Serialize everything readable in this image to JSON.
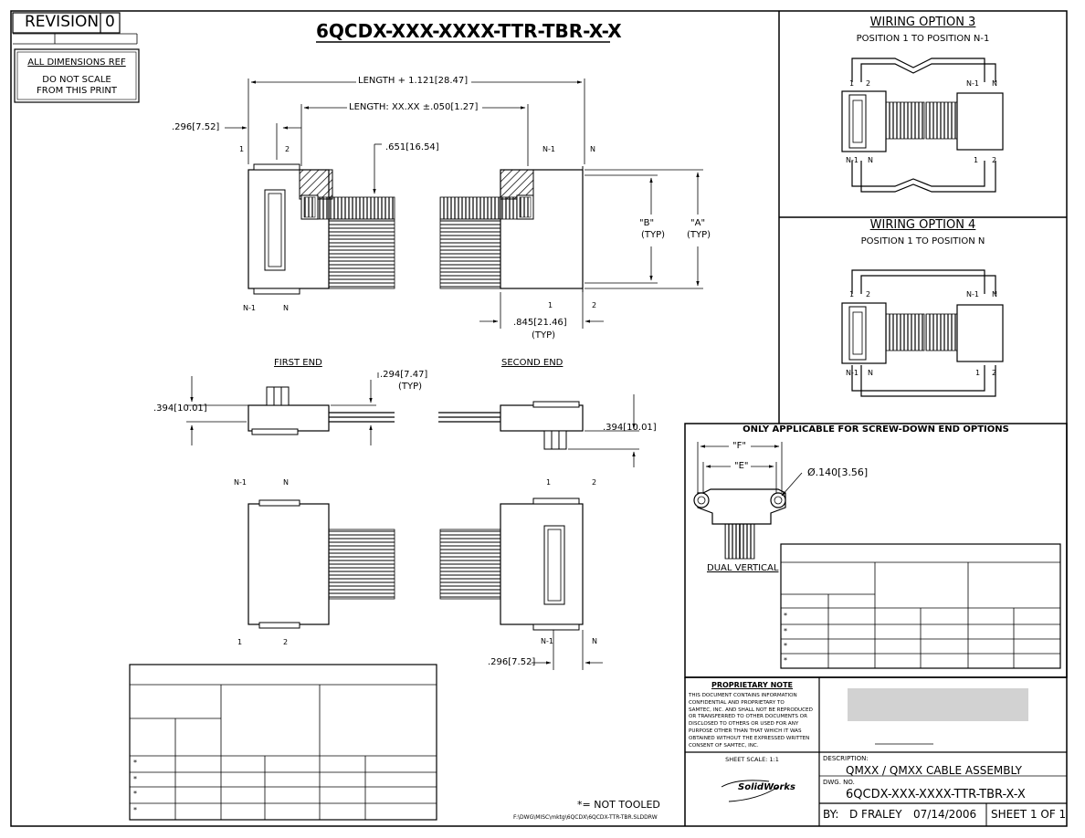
{
  "header": {
    "revision_label": "REVISION",
    "revision_value": "0",
    "part_number": "6QCDX-XXX-XXXX-TTR-TBR-X-X"
  },
  "notice": {
    "line1": "ALL DIMENSIONS REF",
    "line2": "DO NOT SCALE",
    "line3": "FROM THIS PRINT"
  },
  "dimensions": {
    "length_plus": "LENGTH + 1.121[28.47]",
    "length_tol": "LENGTH: XX.XX ±.050[1.27]",
    "d296_top": ".296[7.52]",
    "d651": ".651[16.54]",
    "b_label": "\"B\"",
    "a_label": "\"A\"",
    "typ": "(TYP)",
    "d845": ".845[21.46]",
    "d294": ".294[7.47]",
    "d394_left": ".394[10.01]",
    "d394_right": ".394[10.01]",
    "d296_bottom": ".296[7.52]",
    "f_label": "\"F\"",
    "e_label": "\"E\"",
    "d140": "Ø.140[3.56]"
  },
  "pins": {
    "p1": "1",
    "p2": "2",
    "pn1": "N-1",
    "pn": "N"
  },
  "views": {
    "first_end": "FIRST END",
    "second_end": "SECOND END",
    "dual_vertical": "DUAL VERTICAL"
  },
  "wiring": {
    "opt3_title": "WIRING OPTION 3",
    "opt3_sub": "POSITION 1 TO POSITION N-1",
    "opt4_title": "WIRING OPTION 4",
    "opt4_sub": "POSITION 1 TO POSITION N"
  },
  "screw_down": {
    "title": "ONLY APPLICABLE FOR SCREW-DOWN END OPTIONS"
  },
  "table_marks": {
    "star": "*"
  },
  "notes": {
    "not_tooled": "*= NOT TOOLED",
    "file_path": "F:\\DWG\\MISC\\mktg\\6QCDX\\6QCDX-TTR-TBR.SLDDRW"
  },
  "proprietary": {
    "title": "PROPRIETARY NOTE",
    "lines": [
      "THIS DOCUMENT CONTAINS INFORMATION",
      "CONFIDENTIAL AND PROPRIETARY TO",
      "SAMTEC, INC. AND SHALL NOT BE REPRODUCED",
      "OR TRANSFERRED TO OTHER DOCUMENTS OR",
      "DISCLOSED TO OTHERS OR USED FOR ANY",
      "PURPOSE OTHER THAN THAT WHICH IT WAS",
      "OBTAINED WITHOUT THE EXPRESSED WRITTEN",
      "CONSENT OF SAMTEC, INC."
    ]
  },
  "title_block": {
    "sheet_scale": "SHEET SCALE: 1:1",
    "logo_text": "SolidWorks",
    "description_label": "DESCRIPTION:",
    "description_value": "QMXX / QMXX CABLE ASSEMBLY",
    "dwg_label": "DWG. NO.",
    "dwg_value": "6QCDX-XXX-XXXX-TTR-TBR-X-X",
    "by_label": "BY:",
    "by_value": "D FRALEY",
    "date": "07/14/2006",
    "sheet": "SHEET 1 OF 1"
  }
}
